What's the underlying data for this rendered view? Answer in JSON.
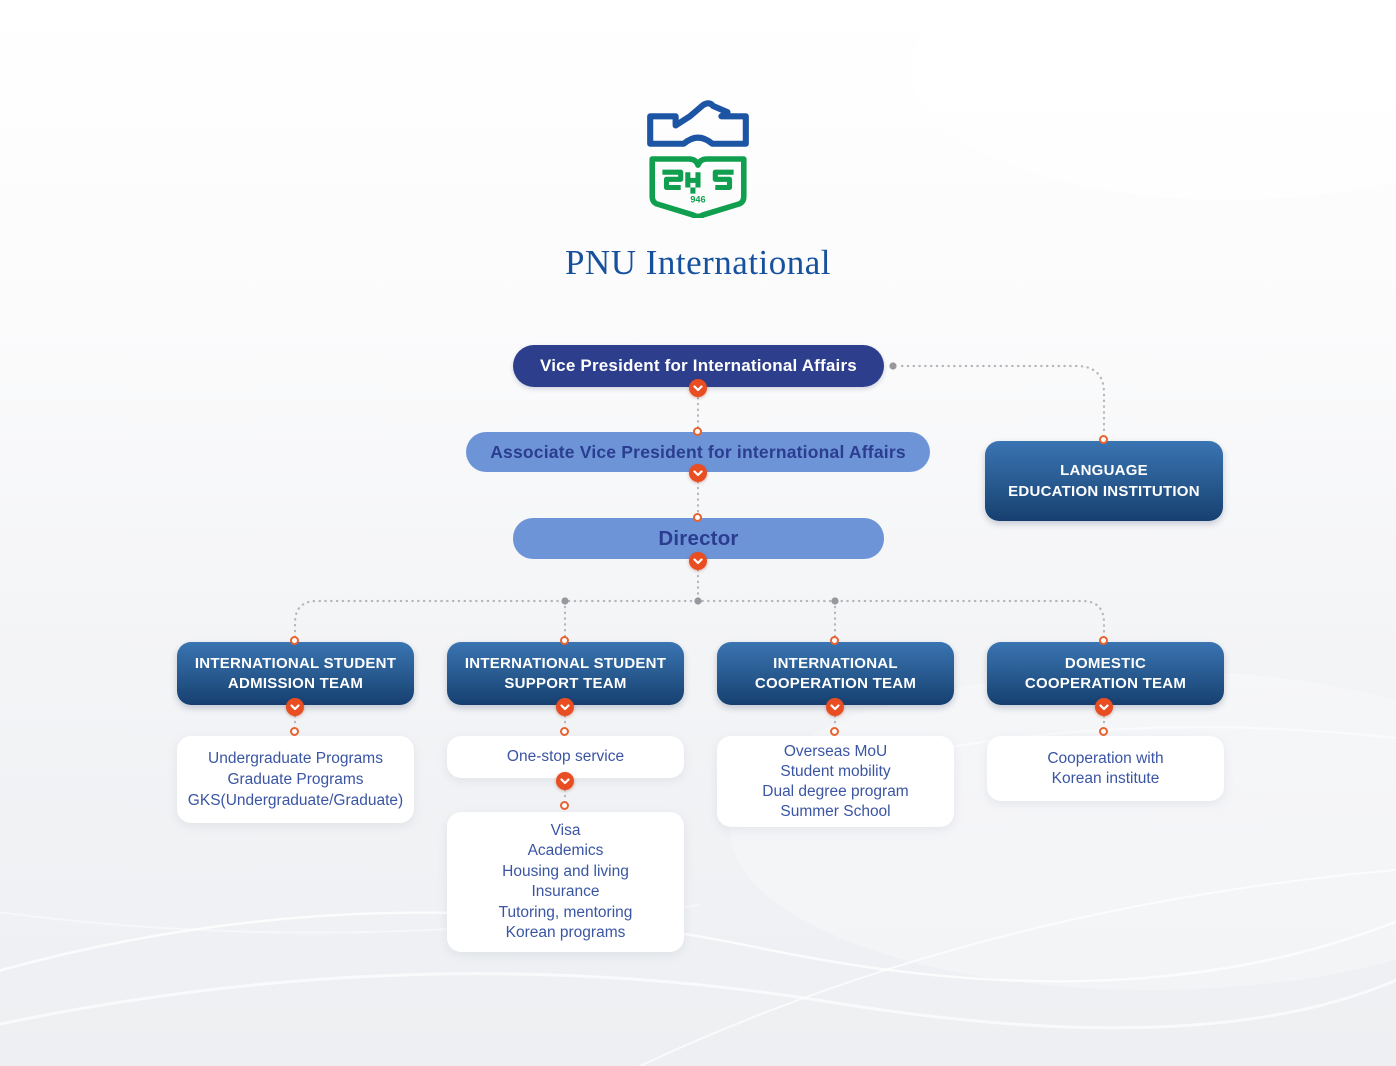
{
  "title": "PNU International",
  "logo": {
    "year": "946"
  },
  "nodes": {
    "vp": "Vice President for International Affairs",
    "avp": "Associate Vice President for international Affairs",
    "director": "Director",
    "language": {
      "line1": "LANGUAGE",
      "line2": "EDUCATION INSTITUTION"
    }
  },
  "teams": [
    {
      "line1": "INTERNATIONAL STUDENT",
      "line2": "ADMISSION TEAM"
    },
    {
      "line1": "INTERNATIONAL STUDENT",
      "line2": "SUPPORT TEAM"
    },
    {
      "line1": "INTERNATIONAL",
      "line2": "COOPERATION TEAM"
    },
    {
      "line1": "DOMESTIC",
      "line2": "COOPERATION TEAM"
    }
  ],
  "cards": {
    "admission": {
      "lines": [
        "Undergraduate Programs",
        "Graduate Programs",
        "GKS(Undergraduate/Graduate)"
      ]
    },
    "onestop": {
      "lines": [
        "One-stop service"
      ]
    },
    "support_detail": {
      "lines": [
        "Visa",
        "Academics",
        "Housing and living",
        "Insurance",
        "Tutoring, mentoring",
        "Korean programs"
      ]
    },
    "intl_coop": {
      "lines": [
        "Overseas MoU",
        "Student mobility",
        "Dual degree program",
        "Summer School"
      ]
    },
    "domestic_coop": {
      "lines": [
        "Cooperation with",
        "Korean institute"
      ]
    }
  },
  "colors": {
    "navy_box": "#2d3e8c",
    "light_blue_box": "#6e94d8",
    "team_gradient_top": "#3a74b2",
    "team_gradient_bottom": "#163f70",
    "accent_orange": "#e84e22",
    "card_text_blue": "#3a55a3",
    "title_blue": "#17519e",
    "emblem_blue": "#1d55a5",
    "emblem_green": "#0f9f4e",
    "connector_gray": "#b5b5bb"
  }
}
